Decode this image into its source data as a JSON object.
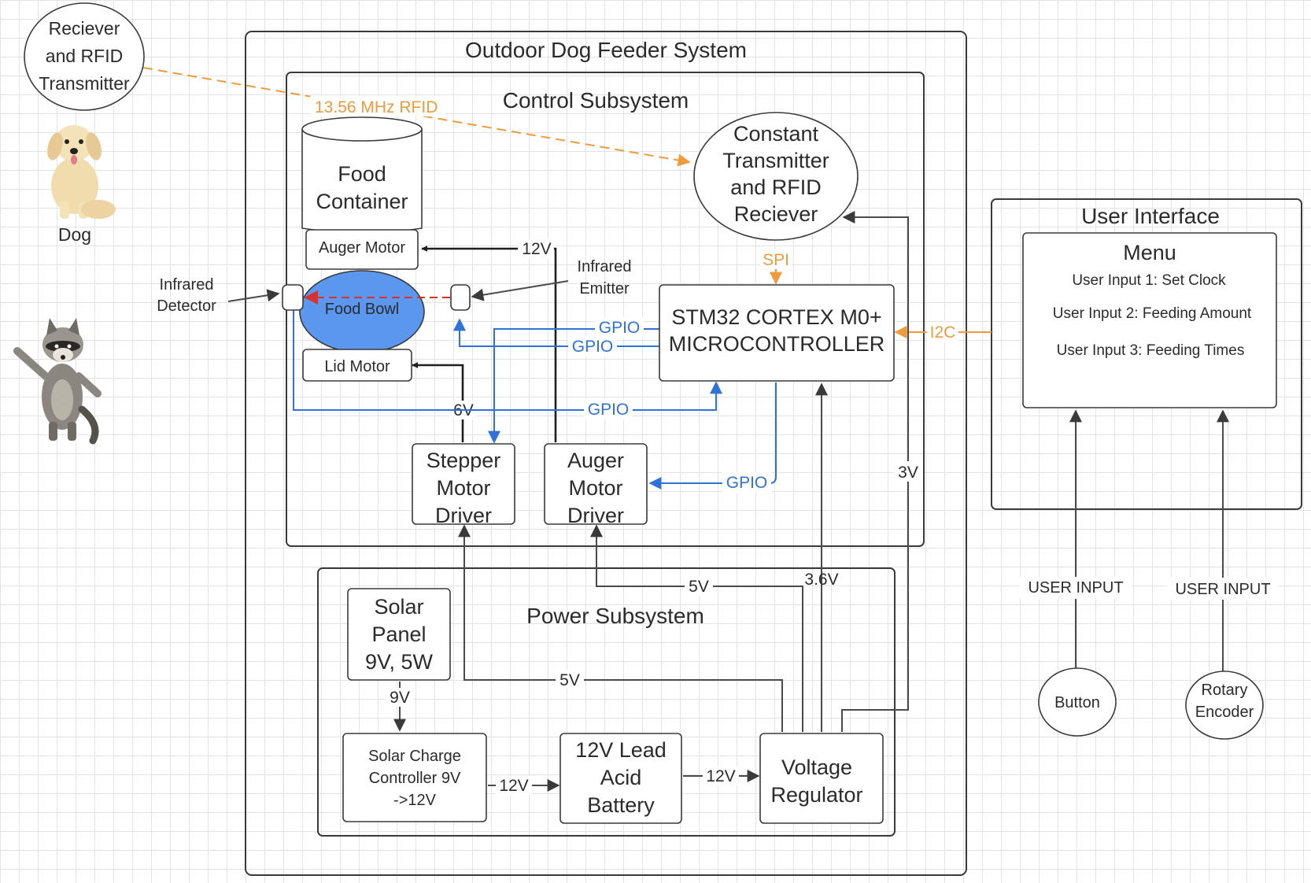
{
  "colors": {
    "signal_gpio": "#2f73d9",
    "signal_rfid": "#ef9a3c",
    "infrared_beam": "#d8322a",
    "food_bowl": "#5b97ef"
  },
  "icons": {
    "dog": "dog-photo",
    "raccoon": "raccoon-photo"
  },
  "outer": {
    "title": "Outdoor Dog Feeder System",
    "tag_reader": [
      "Reciever",
      "and RFID",
      "Transmitter"
    ],
    "dog_label": "Dog",
    "infrared_detector": [
      "Infrared",
      "Detector"
    ],
    "infrared_emitter": [
      "Infrared",
      "Emitter"
    ]
  },
  "control": {
    "title": "Control Subsystem",
    "rfid_label": "13.56 MHz RFID",
    "food_container": [
      "Food",
      "Container"
    ],
    "auger_motor": "Auger Motor",
    "food_bowl": "Food Bowl",
    "lid_motor": "Lid Motor",
    "transceiver": [
      "Constant",
      "Transmitter",
      "and RFID",
      "Reciever"
    ],
    "spi_label": "SPI",
    "mcu": [
      "STM32 CORTEX M0+",
      "MICROCONTROLLER"
    ],
    "gpio_label": "GPIO",
    "i2c_label": "I2C",
    "stepper_driver": [
      "Stepper",
      "Motor",
      "Driver"
    ],
    "auger_driver": [
      "Auger",
      "Motor",
      "Driver"
    ]
  },
  "power": {
    "title": "Power Subsystem",
    "solar_panel": [
      "Solar",
      "Panel",
      "9V, 5W"
    ],
    "charge_controller": [
      "Solar Charge",
      "Controller 9V",
      "->12V"
    ],
    "battery": [
      "12V Lead",
      "Acid",
      "Battery"
    ],
    "regulator": [
      "Voltage",
      "Regulator"
    ]
  },
  "voltages": {
    "v12": "12V",
    "v6": "6V",
    "v5": "5V",
    "v3_6": "3.6V",
    "v3": "3V",
    "v9": "9V"
  },
  "ui": {
    "title": "User Interface",
    "menu_title": "Menu",
    "inputs": [
      "User Input 1: Set Clock",
      "User Input 2: Feeding Amount",
      "User Input 3: Feeding Times"
    ],
    "user_input_label": "USER INPUT",
    "button": "Button",
    "rotary_encoder": [
      "Rotary",
      "Encoder"
    ]
  }
}
